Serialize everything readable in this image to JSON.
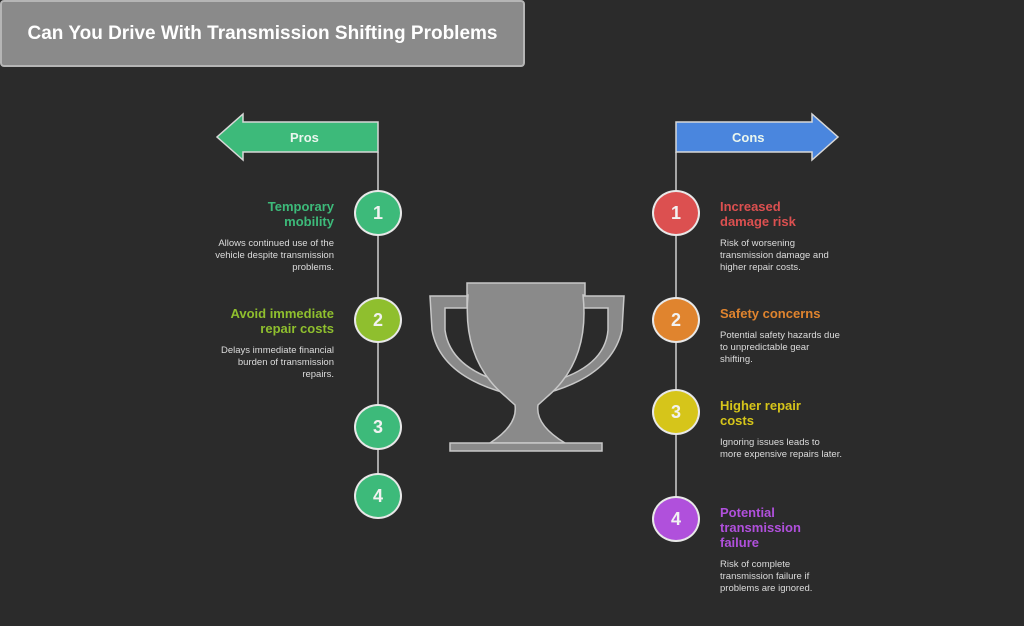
{
  "title": "Can You Drive With Transmission Shifting Problems",
  "pros": {
    "label": "Pros",
    "color": "#3dba7a",
    "items": [
      {
        "num": "1",
        "title": "Temporary mobility",
        "desc": "Allows continued use of the vehicle despite transmission problems.",
        "color": "#3dba7a"
      },
      {
        "num": "2",
        "title": "Avoid immediate repair costs",
        "desc": "Delays immediate financial burden of transmission repairs.",
        "color": "#8fbf2e"
      },
      {
        "num": "3",
        "color": "#3dba7a"
      },
      {
        "num": "4",
        "color": "#3dba7a"
      }
    ]
  },
  "cons": {
    "label": "Cons",
    "color": "#4a86de",
    "items": [
      {
        "num": "1",
        "title": "Increased damage risk",
        "desc": "Risk of worsening transmission damage and higher repair costs.",
        "color": "#dc5050"
      },
      {
        "num": "2",
        "title": "Safety concerns",
        "desc": "Potential safety hazards due to unpredictable gear shifting.",
        "color": "#e0842e"
      },
      {
        "num": "3",
        "title": "Higher repair costs",
        "desc": "Ignoring issues leads to more expensive repairs later.",
        "color": "#d6c51a"
      },
      {
        "num": "4",
        "title": "Potential transmission failure",
        "desc": "Risk of complete transmission failure if problems are ignored.",
        "color": "#b050dc"
      }
    ]
  }
}
